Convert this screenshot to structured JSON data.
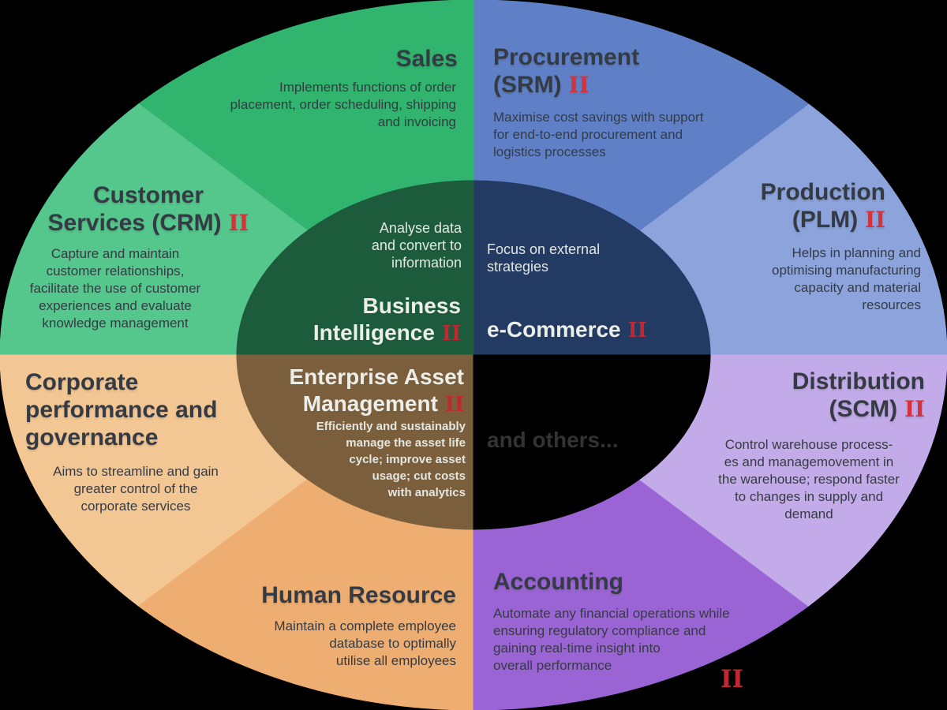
{
  "palette": {
    "background": "#000000",
    "sales": "#30b46e",
    "customer_services": "#55c68c",
    "procurement": "#5f80c6",
    "production": "#8ca4db",
    "distribution": "#c3aae8",
    "accounting": "#9a64d4",
    "human_resource": "#eeae71",
    "corporate": "#f3c794",
    "business_intelligence": "#1c5b3b",
    "e_commerce": "#233a62",
    "enterprise_asset": "#7b5f3c",
    "others_quadrant": "#000000",
    "dark_text": "#353b44",
    "light_text": "#eceee9",
    "note_text": "#e3e7e2",
    "others_text": "#333333",
    "numeral_red": "#d5323c",
    "numeral_dark_red": "#bf2731"
  },
  "sections": {
    "sales": {
      "title": "Sales",
      "body": "Implements functions of order\nplacement, order scheduling, shipping\nand invoicing"
    },
    "procurement": {
      "title": "Procurement\n(SRM)",
      "numeral": "II",
      "body": "Maximise cost savings with support\nfor end-to-end procurement and\nlogistics processes"
    },
    "production": {
      "title": "Production\n(PLM)",
      "numeral": "II",
      "body": "Helps in planning and\noptimising manufacturing\ncapacity and material\nresources"
    },
    "distribution": {
      "title": "Distribution\n(SCM)",
      "numeral": "II",
      "body": "Control warehouse process-\nes and managemovement in\nthe warehouse; respond faster\nto changes in supply and\ndemand"
    },
    "accounting": {
      "title": "Accounting",
      "numeral": "II",
      "body": "Automate any financial operations while\nensuring regulatory compliance and\ngaining real-time insight into\noverall performance"
    },
    "human_resource": {
      "title": "Human Resource",
      "body": "Maintain a complete employee\ndatabase to optimally\nutilise all employees"
    },
    "corporate": {
      "title": "Corporate\nperformance and\ngovernance",
      "body": "Aims to streamline and gain\ngreater control of the\ncorporate services"
    },
    "customer_services": {
      "title": "Customer\nServices (CRM)",
      "numeral": "II",
      "body": "Capture and maintain\ncustomer relationships,\nfacilitate the use of customer\nexperiences and evaluate\nknowledge management"
    },
    "business_intelligence": {
      "note": "Analyse data\nand convert to\ninformation",
      "title": "Business\nIntelligence",
      "numeral": "II"
    },
    "e_commerce": {
      "note": "Focus on external\nstrategies",
      "title": "e-Commerce",
      "numeral": "II"
    },
    "enterprise_asset": {
      "title": "Enterprise Asset\nManagement",
      "numeral": "II",
      "body": "Efficiently and sustainably\nmanage the asset life\ncycle; improve asset\nusage; cut costs\nwith analytics"
    },
    "others": {
      "label": "and others..."
    }
  }
}
